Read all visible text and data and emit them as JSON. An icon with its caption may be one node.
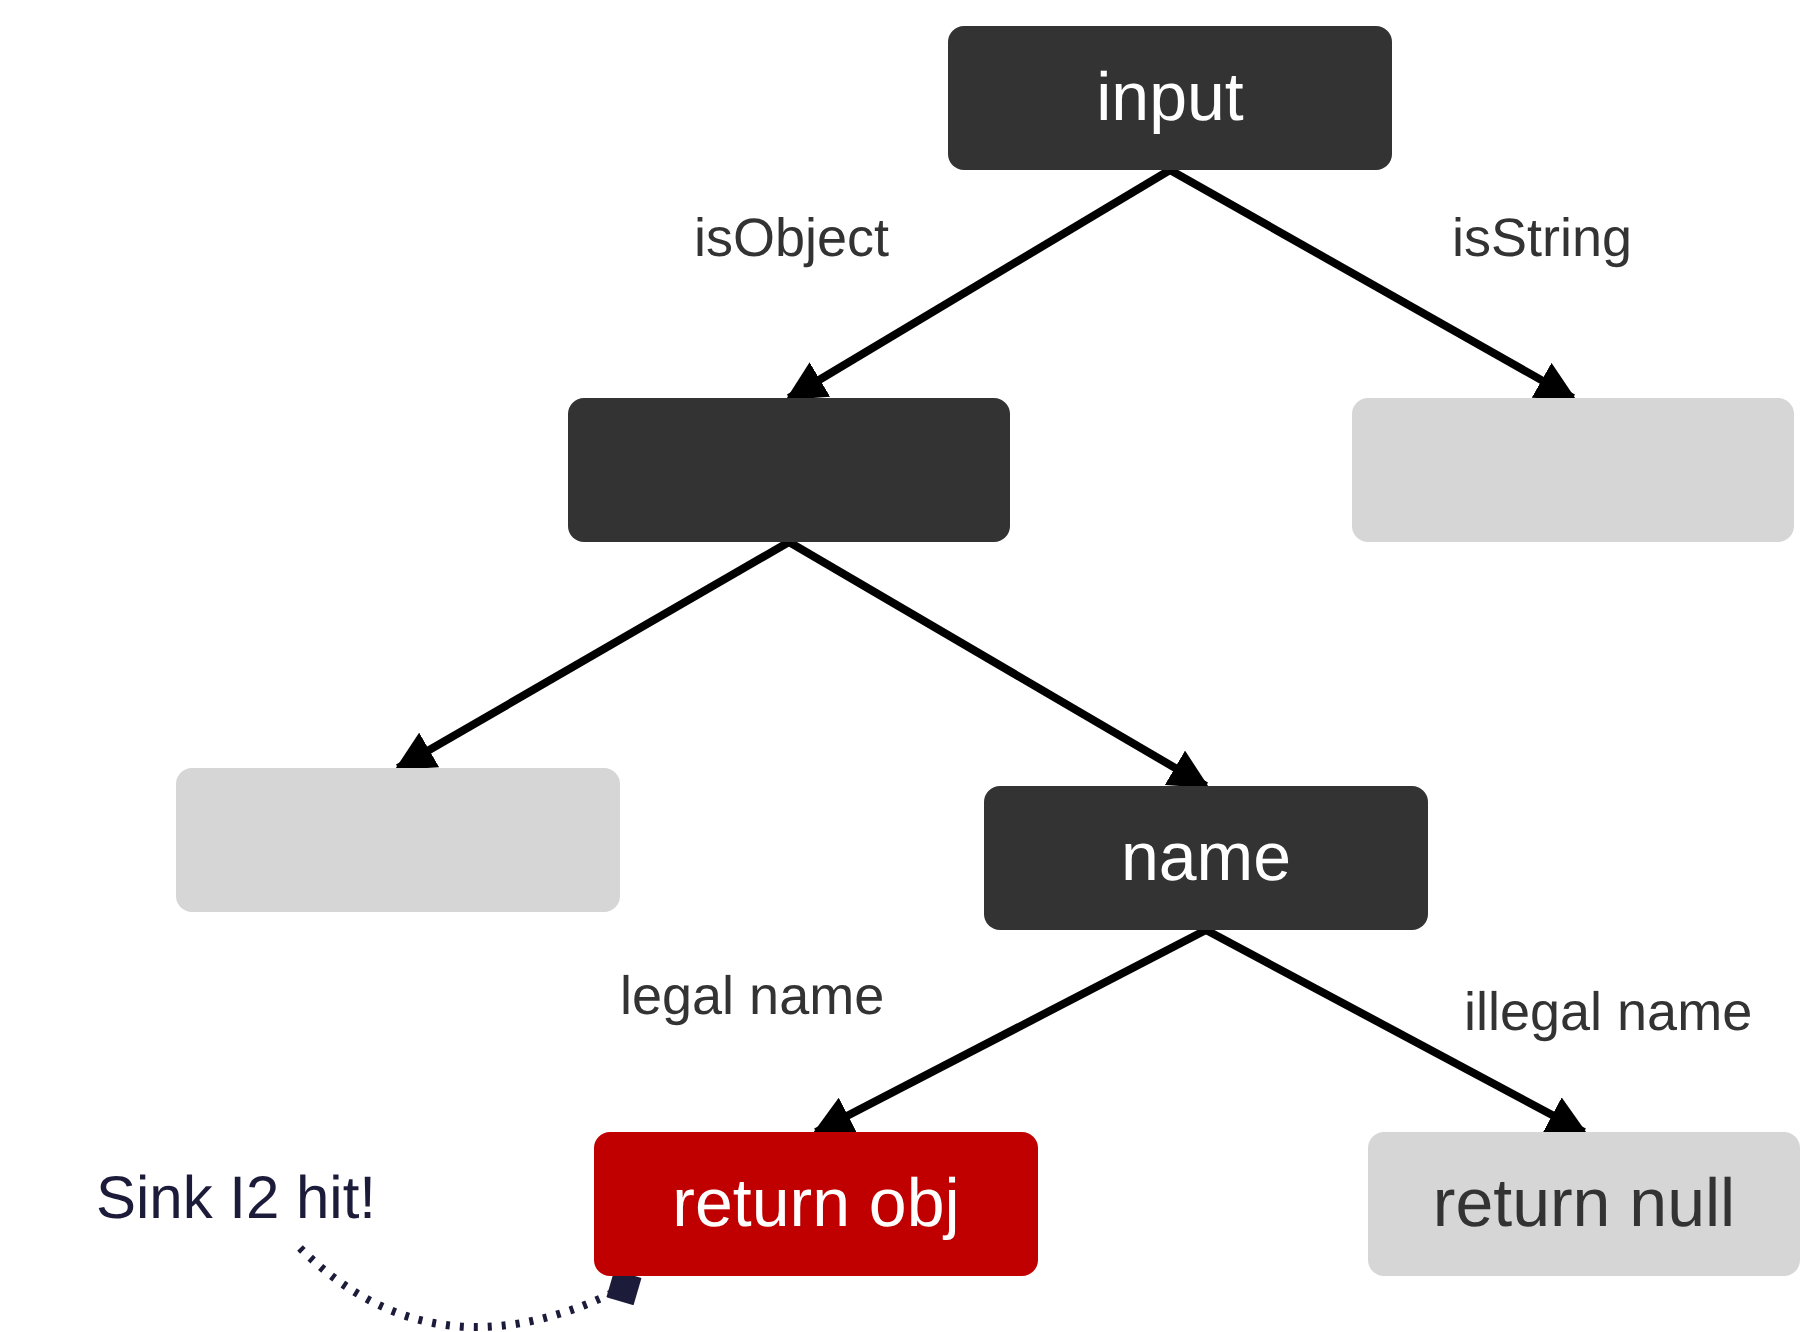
{
  "diagram": {
    "nodes": [
      {
        "text": [
          "input"
        ]
      },
      {
        "text": [],
        "shape": "box"
      },
      {
        "text": [],
        "shape": "box"
      },
      {
        "text": [],
        "shape": "box"
      },
      {
        "text": [
          "name"
        ]
      },
      {
        "text": [
          "return obj"
        ]
      },
      {
        "text": [
          "return null"
        ]
      },
      {
        "text": [
          "Sink I2 hit!"
        ]
      }
    ],
    "edges": [
      {
        "from": 0,
        "to": 1,
        "arrow": "to",
        "label": "isObject"
      },
      {
        "from": 0,
        "to": 2,
        "arrow": "to",
        "label": "isString"
      },
      {
        "from": 1,
        "to": 3,
        "arrow": "to"
      },
      {
        "from": 1,
        "to": 4,
        "arrow": "to"
      },
      {
        "from": 4,
        "to": 5,
        "arrow": "to",
        "label": "legal name"
      },
      {
        "from": 4,
        "to": 6,
        "arrow": "to",
        "label": "illegal name"
      },
      {
        "from": 7,
        "to": 5,
        "arrow": "other",
        "style": "dashed",
        "color": "#1c1c3a"
      }
    ]
  }
}
